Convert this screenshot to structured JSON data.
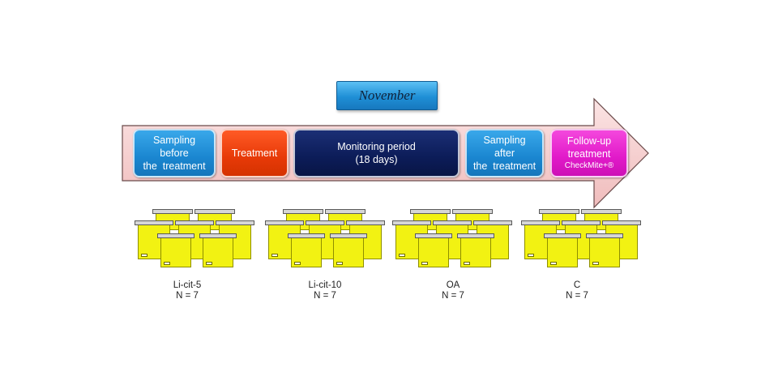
{
  "month": "November",
  "steps": [
    {
      "lines": [
        "Sampling",
        "before",
        "the  treatment"
      ],
      "color": "#1a86d0"
    },
    {
      "lines": [
        "Treatment"
      ],
      "color": "#e73a08"
    },
    {
      "lines": [
        "Monitoring period",
        "(18 days)"
      ],
      "color": "#0c1c58"
    },
    {
      "lines": [
        "Sampling",
        "after",
        "the  treatment"
      ],
      "color": "#1a86d0"
    },
    {
      "lines": [
        "Follow-up",
        "treatment"
      ],
      "sub": "CheckMite+®",
      "color": "#e11ac9"
    }
  ],
  "groups": [
    {
      "name": "Li-cit-5",
      "n": "N = 7"
    },
    {
      "name": "Li-cit-10",
      "n": "N = 7"
    },
    {
      "name": "OA",
      "n": "N = 7"
    },
    {
      "name": "C",
      "n": "N = 7"
    }
  ],
  "colors": {
    "arrow": "#f6d0d0",
    "hive": "#f2f212",
    "lid": "#d6d6d6"
  }
}
